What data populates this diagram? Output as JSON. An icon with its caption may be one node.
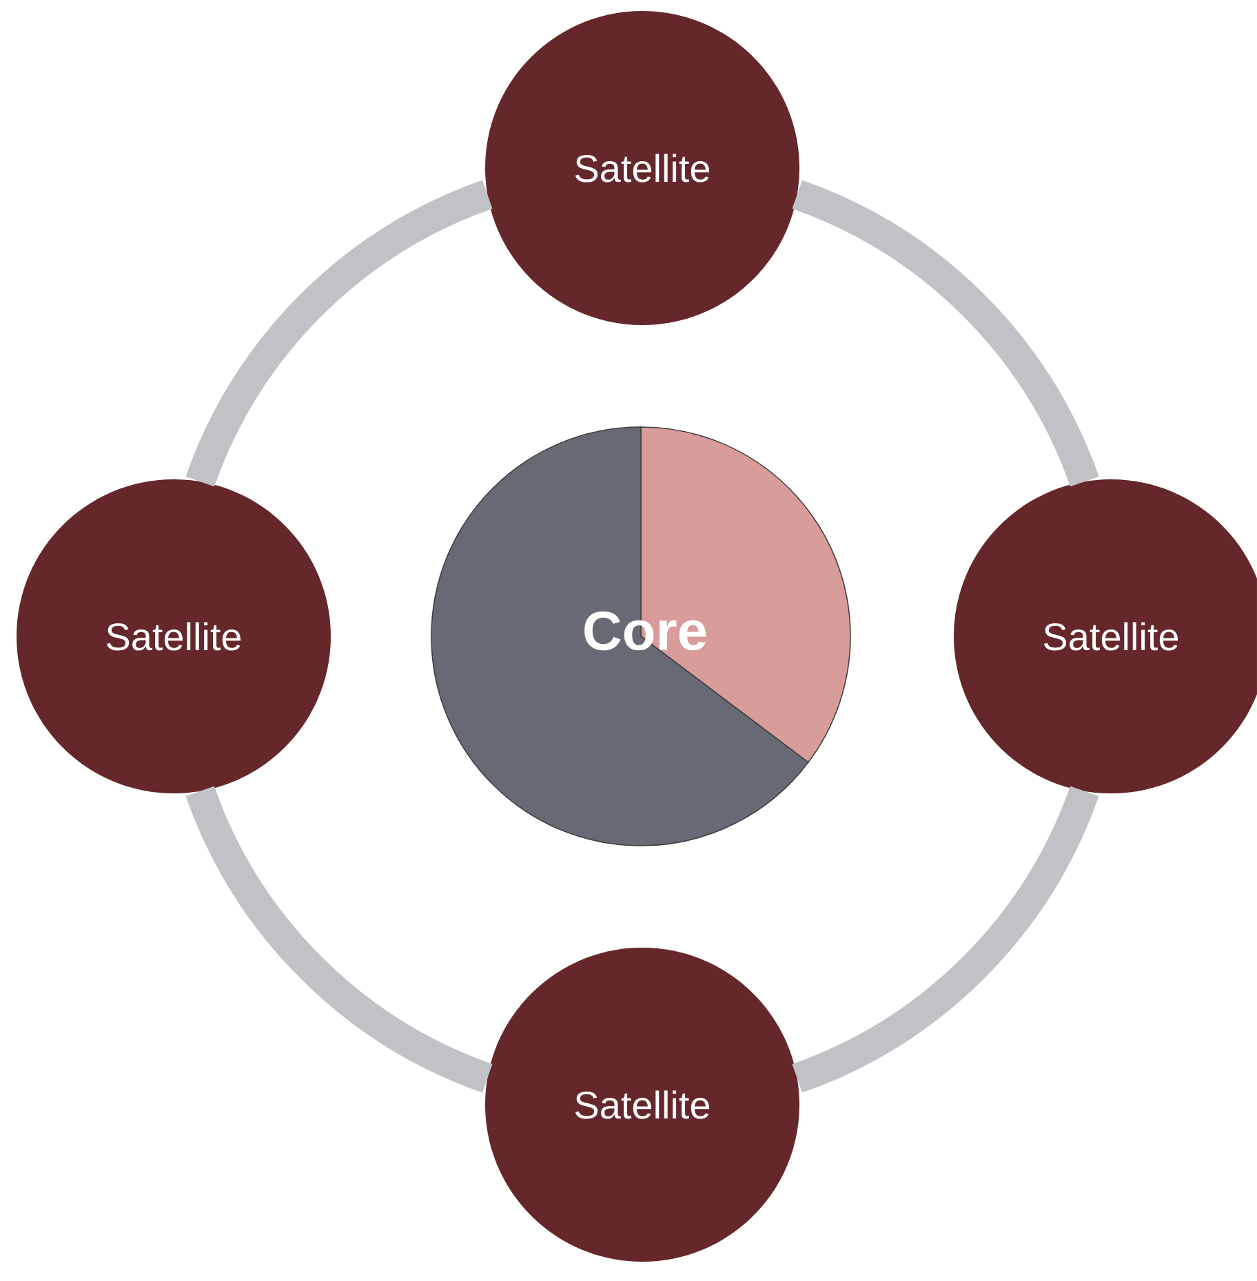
{
  "diagram": {
    "nodes": [
      {
        "text": [
          "Satellite"
        ]
      },
      {
        "text": [
          "Satellite"
        ]
      },
      {
        "text": [
          "Core"
        ]
      },
      {
        "text": [
          "Satellite"
        ]
      },
      {
        "text": [
          "Satellite"
        ]
      }
    ],
    "edges": [
      {
        "from": 0,
        "to": 3,
        "arrow": "none"
      },
      {
        "from": 3,
        "to": 4,
        "arrow": "none"
      },
      {
        "from": 4,
        "to": 1,
        "arrow": "none"
      },
      {
        "from": 1,
        "to": 0,
        "arrow": "none"
      }
    ]
  }
}
